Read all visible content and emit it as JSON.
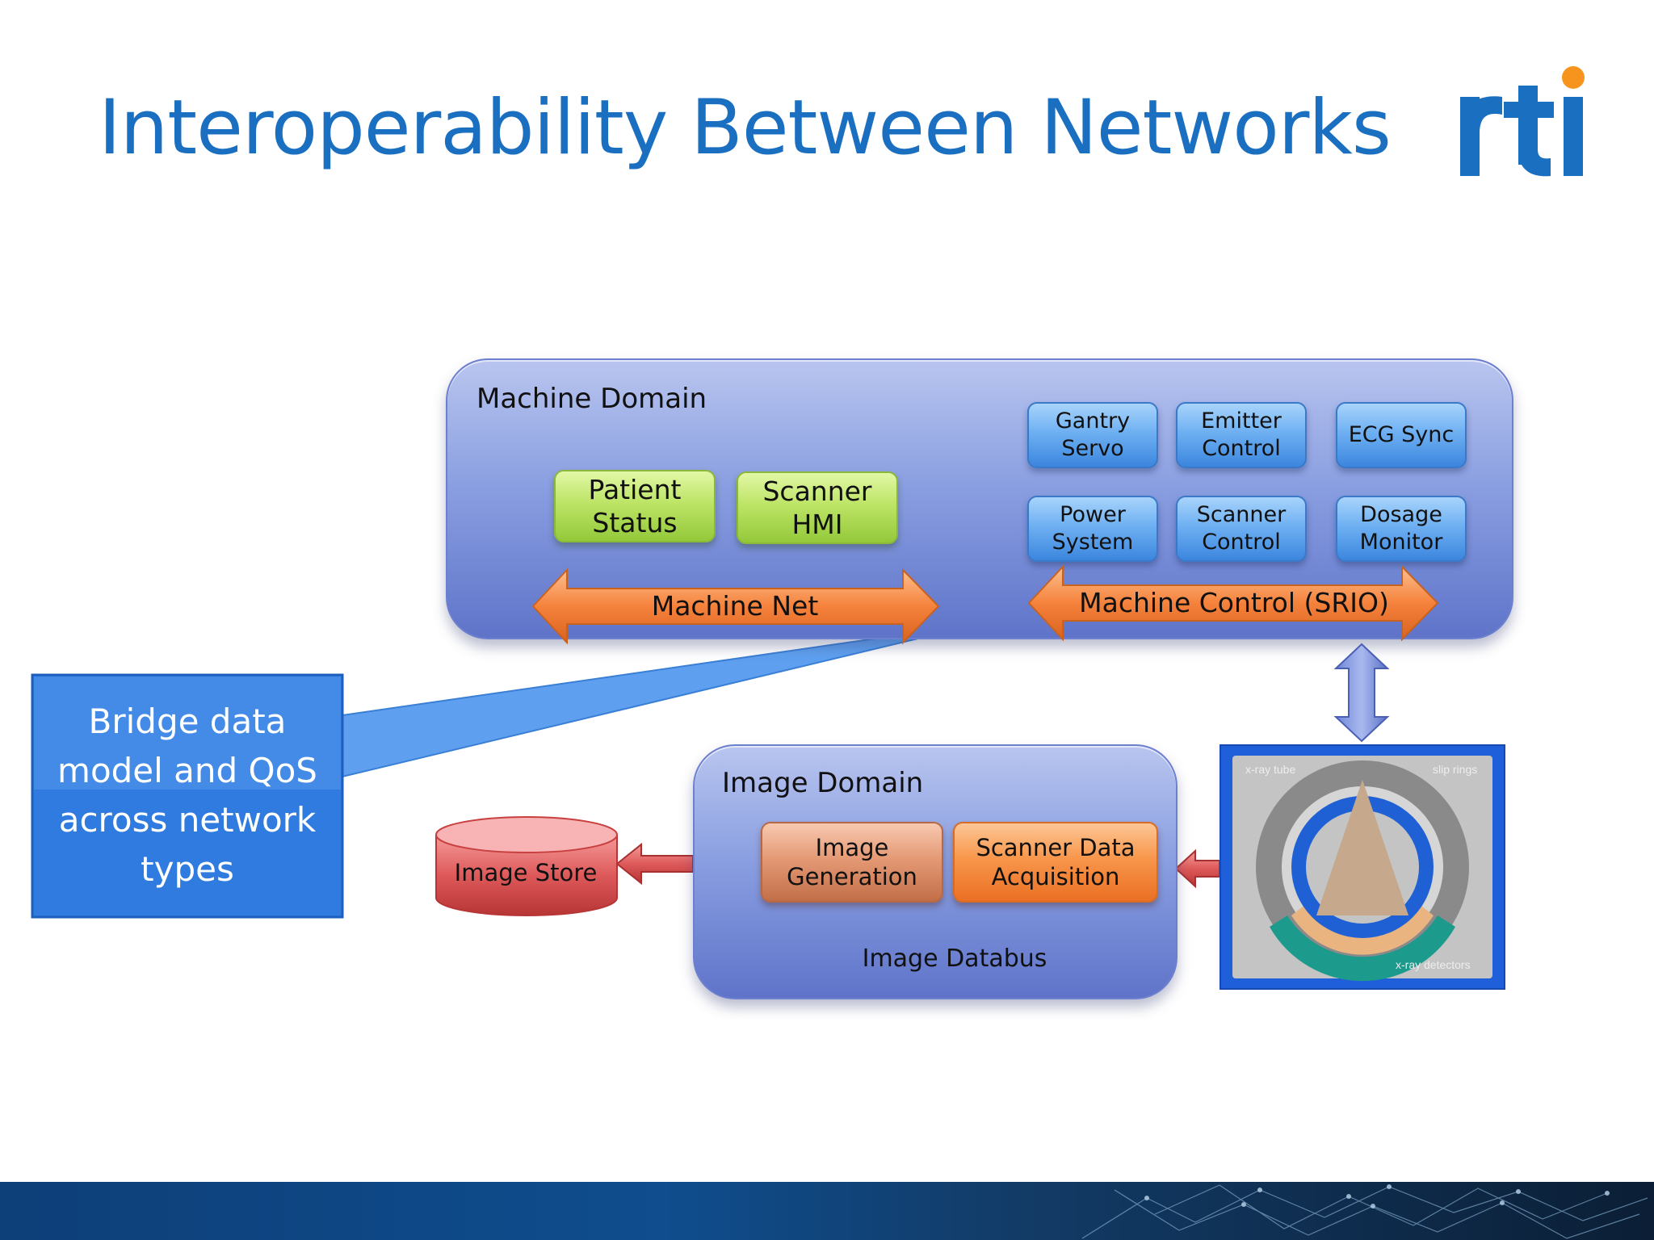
{
  "slide": {
    "title": "Interoperability Between Networks"
  },
  "logo": {
    "text": "rti"
  },
  "machine_domain": {
    "label": "Machine Domain",
    "apps": [
      {
        "label": "Patient\nStatus"
      },
      {
        "label": "Scanner\nHMI"
      }
    ],
    "controls": [
      {
        "label": "Gantry\nServo"
      },
      {
        "label": "Emitter\nControl"
      },
      {
        "label": "ECG Sync"
      },
      {
        "label": "Power\nSystem"
      },
      {
        "label": "Scanner\nControl"
      },
      {
        "label": "Dosage\nMonitor"
      }
    ],
    "machine_net": "Machine Net",
    "machine_control": "Machine Control (SRIO)"
  },
  "image_domain": {
    "label": "Image Domain",
    "image_generation": "Image\nGeneration",
    "scanner_acquisition": "Scanner Data\nAcquisition",
    "databus": "Image Databus"
  },
  "image_store": {
    "label": "Image Store"
  },
  "callout": {
    "text": "Bridge data\nmodel and QoS\nacross network\ntypes"
  },
  "scanner_figure": {
    "labels": {
      "tube": "x-ray tube",
      "rings": "slip rings",
      "detectors": "x-ray detectors"
    }
  },
  "colors": {
    "title_blue": "#1a6fc0",
    "logo_blue": "#1a6fc0",
    "logo_orange": "#f7941d",
    "bus_orange": "#f5823c",
    "callout_blue": "#2f7be0"
  }
}
